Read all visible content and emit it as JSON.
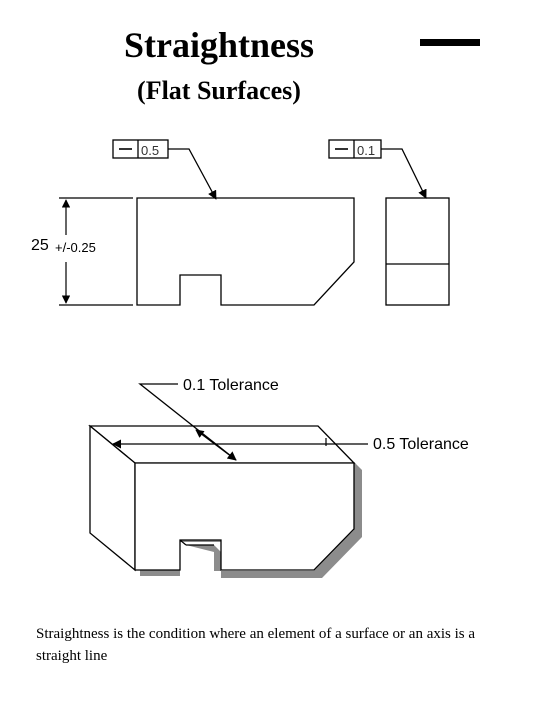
{
  "title": "Straightness",
  "subtitle": "(Flat Surfaces)",
  "feature_controls": [
    {
      "symbol": "straightness-icon",
      "value": "0.5"
    },
    {
      "symbol": "straightness-icon",
      "value": "0.1"
    }
  ],
  "dimension": {
    "nominal": "25",
    "tolerance": "+/-0.25"
  },
  "tolerance_labels": [
    "0.1 Tolerance",
    "0.5 Tolerance"
  ],
  "description": "Straightness is the condition where an element of a surface or an axis is a straight line"
}
